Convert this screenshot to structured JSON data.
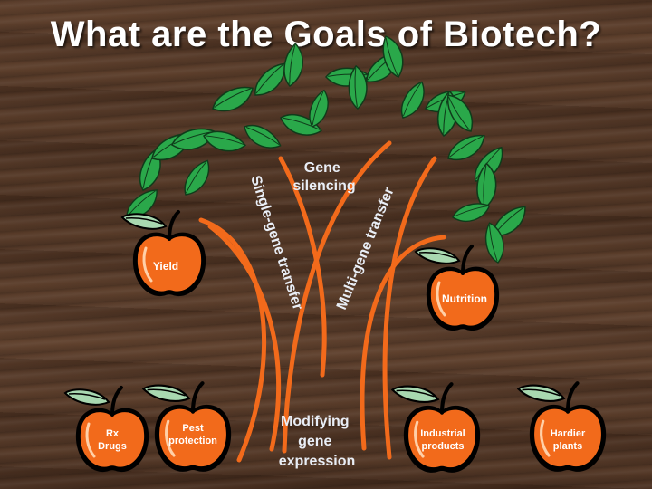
{
  "title": "What are the Goals of Biotech?",
  "branches": {
    "gene_silencing": [
      "Gene",
      "silencing"
    ],
    "single_gene": "Single-gene transfer",
    "multi_gene": "Multi-gene transfer",
    "modifying": [
      "Modifying",
      "gene",
      "expression"
    ]
  },
  "apples": {
    "yield": [
      "Yield"
    ],
    "nutrition": [
      "Nutrition"
    ],
    "rx_drugs": [
      "Rx",
      "Drugs"
    ],
    "pest_protection": [
      "Pest",
      "protection"
    ],
    "industrial_products": [
      "Industrial",
      "products"
    ],
    "hardier_plants": [
      "Hardier",
      "plants"
    ]
  },
  "colors": {
    "branch": "#f26a1b",
    "leaf": "#2aa84a",
    "apple": "#f26a1b",
    "text": "#e9eef6"
  }
}
